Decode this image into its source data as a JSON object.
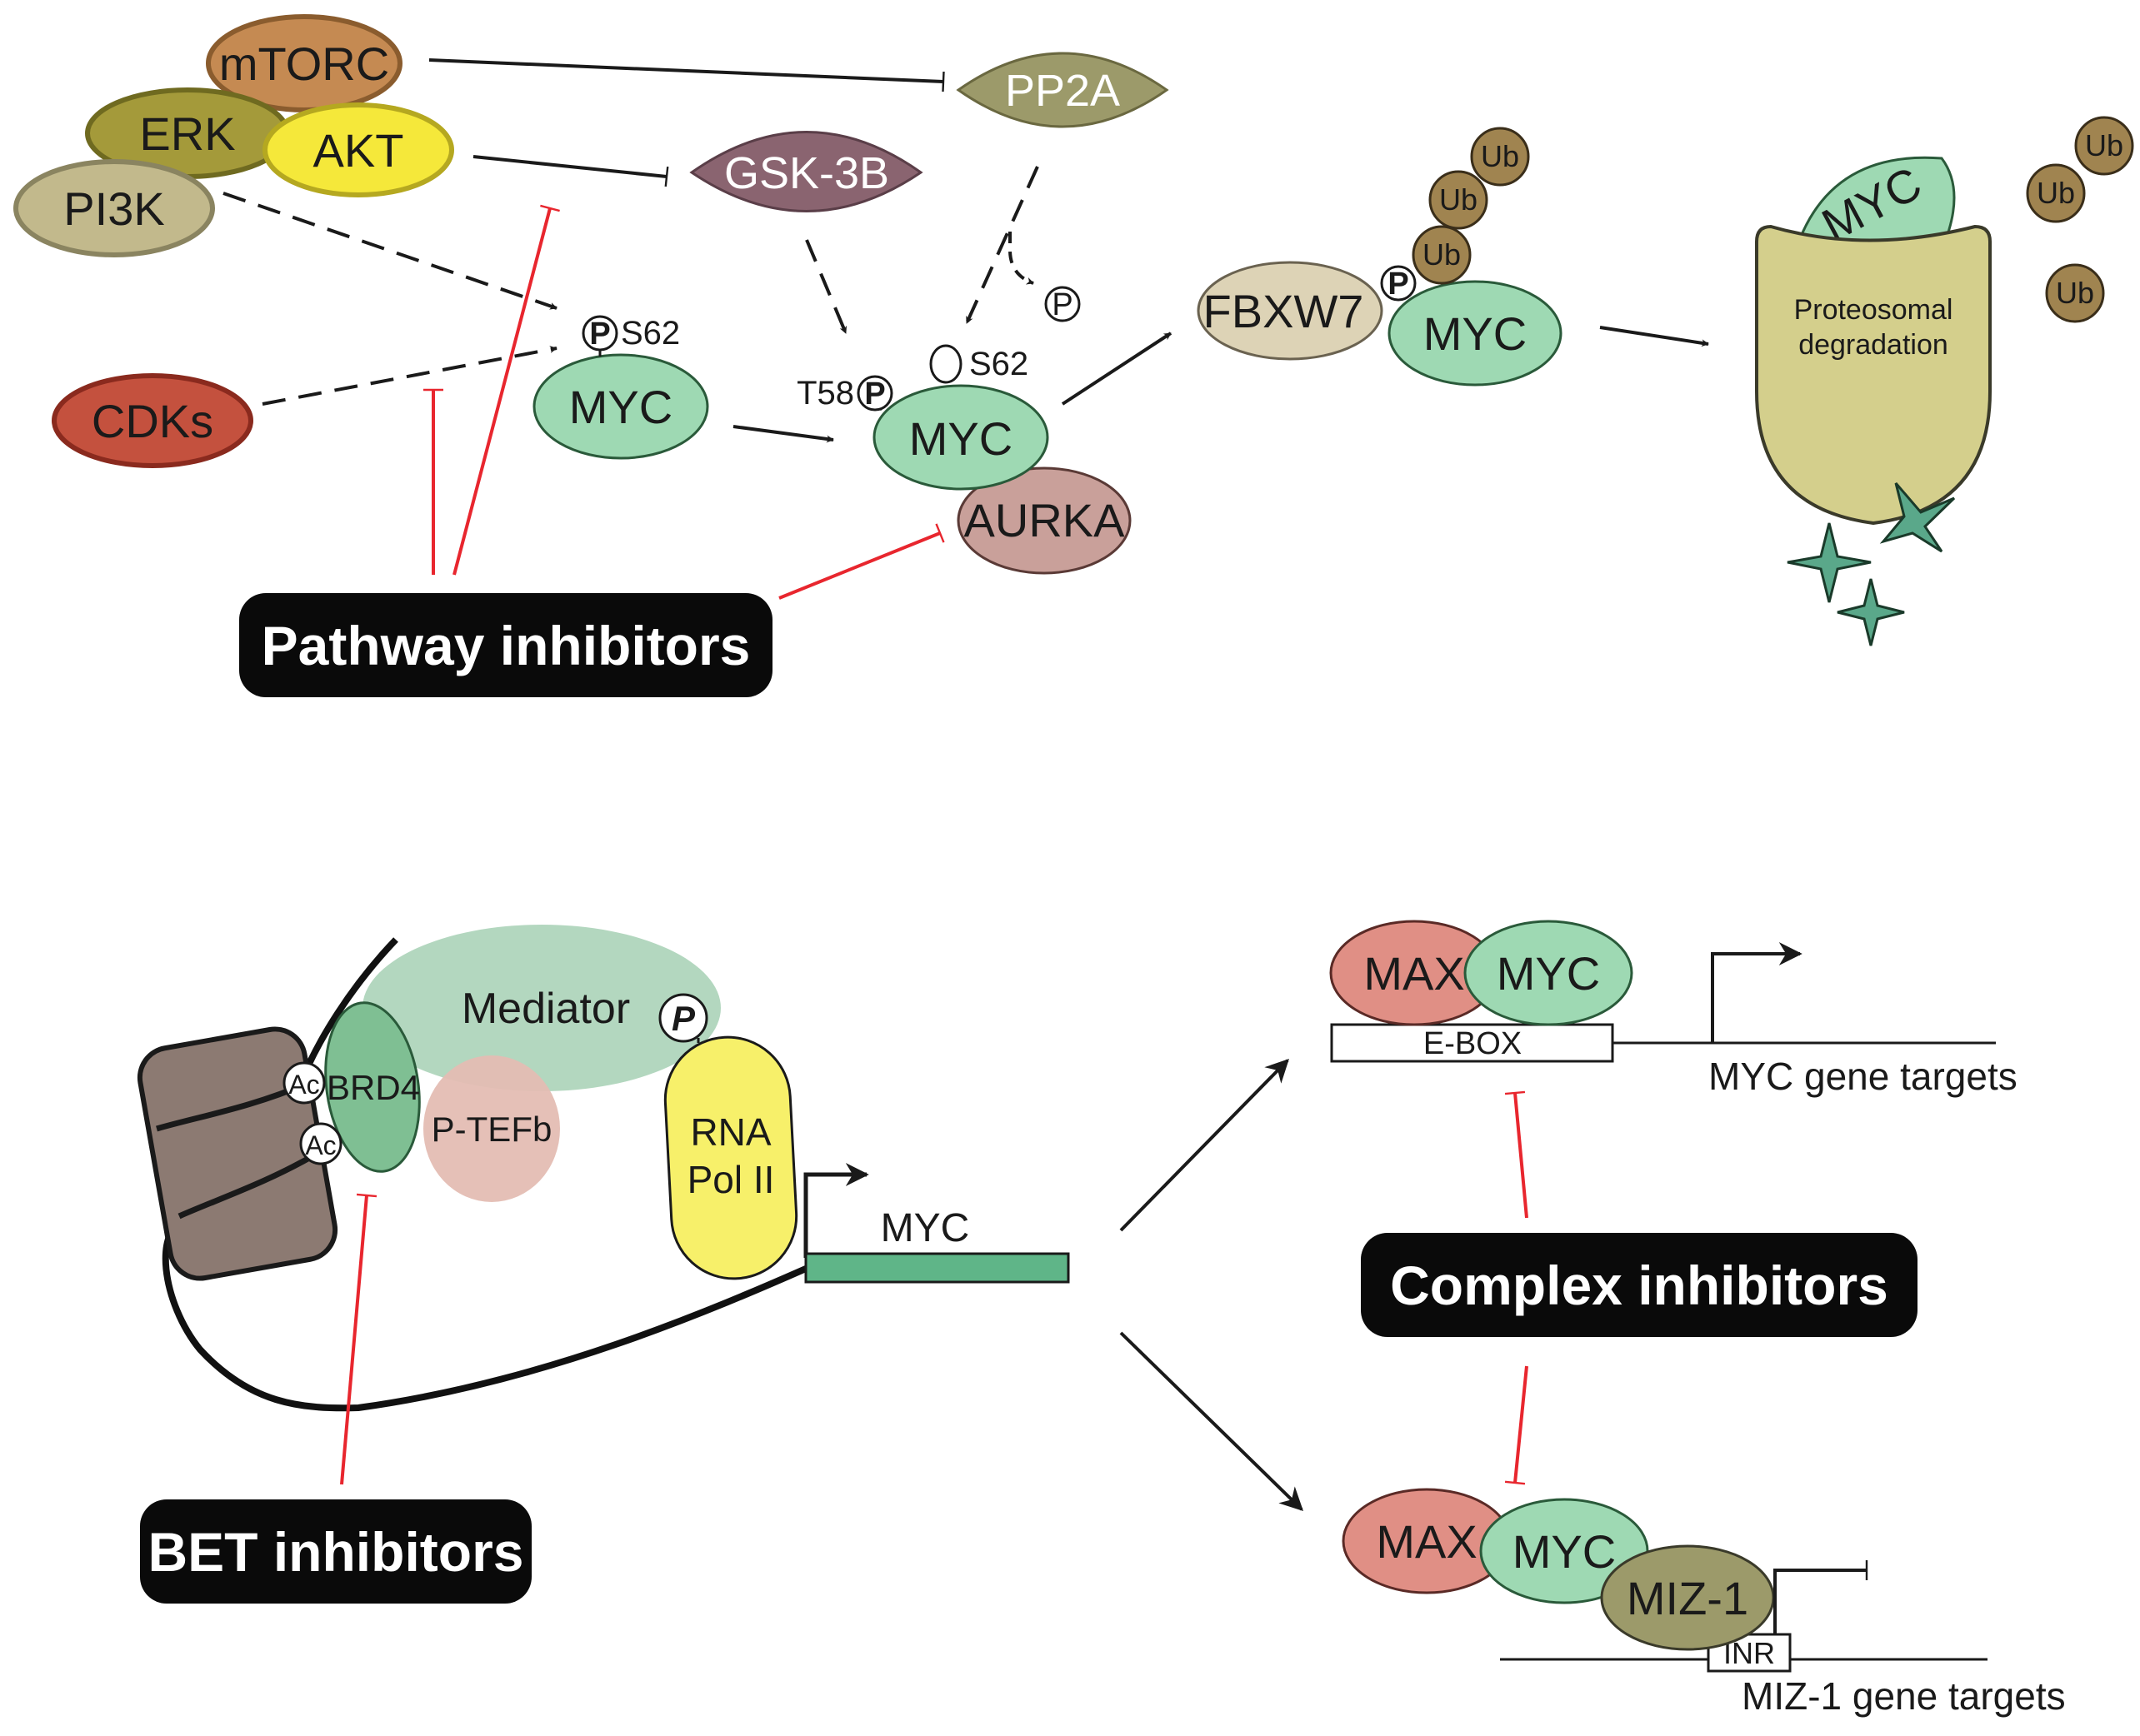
{
  "top": {
    "kinases": {
      "mtorc": "mTORC",
      "erk": "ERK",
      "akt": "AKT",
      "pi3k": "PI3K",
      "cdks": "CDKs"
    },
    "pp2a": "PP2A",
    "gsk3b": "GSK-3B",
    "p": "P",
    "s62": "S62",
    "t58": "T58",
    "myc": "MYC",
    "aurka": "AURKA",
    "fbxw7": "FBXW7",
    "ub": "Ub",
    "proteasome_line1": "Proteosomal",
    "proteasome_line2": "degradation",
    "pathway_inhibitors": "Pathway inhibitors"
  },
  "bottom": {
    "mediator": "Mediator",
    "brd4": "BRD4",
    "ac": "Ac",
    "ptefb": "P-TEFb",
    "rnapol_line1": "RNA",
    "rnapol_line2": "Pol II",
    "p": "P",
    "myc_gene": "MYC",
    "max": "MAX",
    "myc": "MYC",
    "ebox": "E-BOX",
    "myc_targets": "MYC gene targets",
    "miz1": "MIZ-1",
    "inr": "INR",
    "miz1_targets": "MIZ-1 gene targets",
    "bet_inhibitors": "BET inhibitors",
    "complex_inhibitors": "Complex inhibitors"
  },
  "colors": {
    "myc_green": "#9ed9b3",
    "inhibit_red": "#e8262e",
    "pill_black": "#0a0a0a"
  }
}
